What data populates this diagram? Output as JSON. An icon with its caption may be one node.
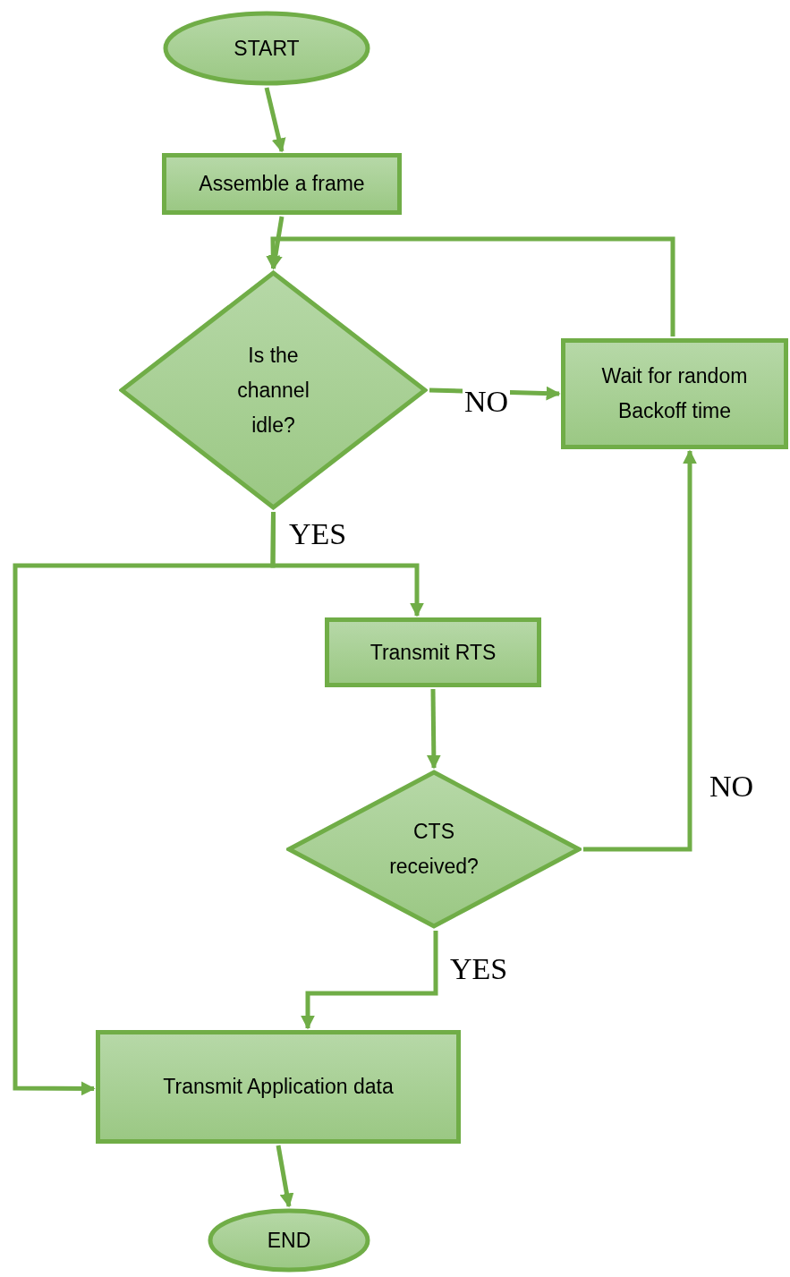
{
  "diagram": {
    "nodes": [
      {
        "text": [
          "START"
        ]
      },
      {
        "text": [
          "Assemble a frame"
        ]
      },
      {
        "text": [
          "Is the channel idle?"
        ]
      },
      {
        "text": [
          "Wait for random Backoff time"
        ]
      },
      {
        "text": [
          "Transmit RTS"
        ]
      },
      {
        "text": [
          "CTS received?"
        ]
      },
      {
        "text": [
          "Transmit Application data"
        ]
      },
      {
        "text": [
          "END"
        ]
      }
    ],
    "edges": [
      {
        "from": 0,
        "to": 1,
        "arrow": "to"
      },
      {
        "from": 1,
        "to": 2,
        "arrow": "to"
      },
      {
        "from": 2,
        "to": 3,
        "arrow": "to",
        "label": "NO"
      },
      {
        "from": 3,
        "to": 2,
        "arrow": "to"
      },
      {
        "from": 2,
        "to": 4,
        "arrow": "to",
        "label": "YES"
      },
      {
        "from": 2,
        "to": 6,
        "arrow": "to"
      },
      {
        "from": 4,
        "to": 5,
        "arrow": "to"
      },
      {
        "from": 5,
        "to": 3,
        "arrow": "to",
        "label": "NO"
      },
      {
        "from": 5,
        "to": 6,
        "arrow": "to",
        "label": "YES"
      },
      {
        "from": 6,
        "to": 7,
        "arrow": "to"
      }
    ]
  }
}
